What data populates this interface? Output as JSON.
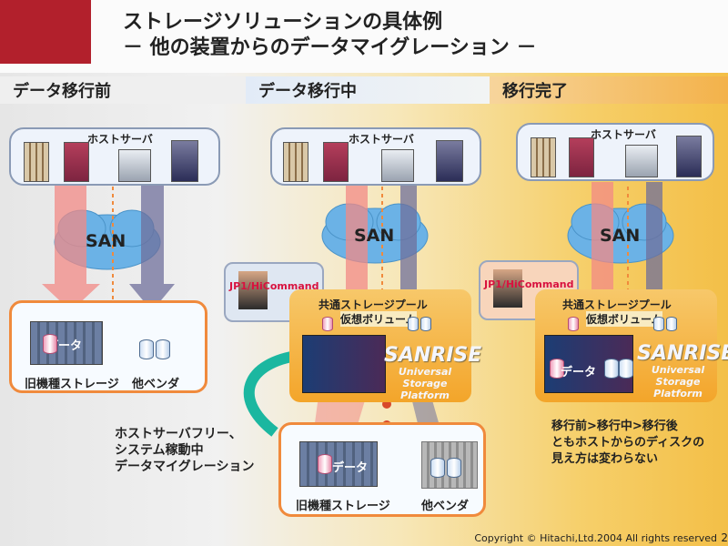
{
  "title": {
    "line1": "ストレージソリューションの具体例",
    "line2": "－ 他の装置からのデータマイグレーション －"
  },
  "phases": {
    "before": "データ移行前",
    "during": "データ移行中",
    "after": "移行完了"
  },
  "labels": {
    "host_server": "ホストサーバ",
    "san": "SAN",
    "jp1": "JP1/HiCommand",
    "shared_pool": "共通ストレージプール",
    "virtual_volume": "仮想ボリューム",
    "data": "データ",
    "old_storage": "旧機種ストレージ",
    "other_vendor": "他ベンダ",
    "sanrise": "SANRISE",
    "usp": "Universal Storage Platform"
  },
  "notes": {
    "migration": [
      "ホストサーバフリー、",
      "システム稼動中",
      "データマイグレーション"
    ],
    "result": [
      "移行前>移行中>移行後",
      "ともホストからのディスクの",
      "見え方は変わらない"
    ]
  },
  "copyright": "Copyright © Hitachi,Ltd.2004 All rights reserved",
  "page_number": "2",
  "colors": {
    "accent": "#b2202c",
    "orange": "#f08a3c",
    "sanBlue": "#6bb2e6",
    "pinkFlow": "#f18a86",
    "grayFlow": "#6f6f9b"
  }
}
